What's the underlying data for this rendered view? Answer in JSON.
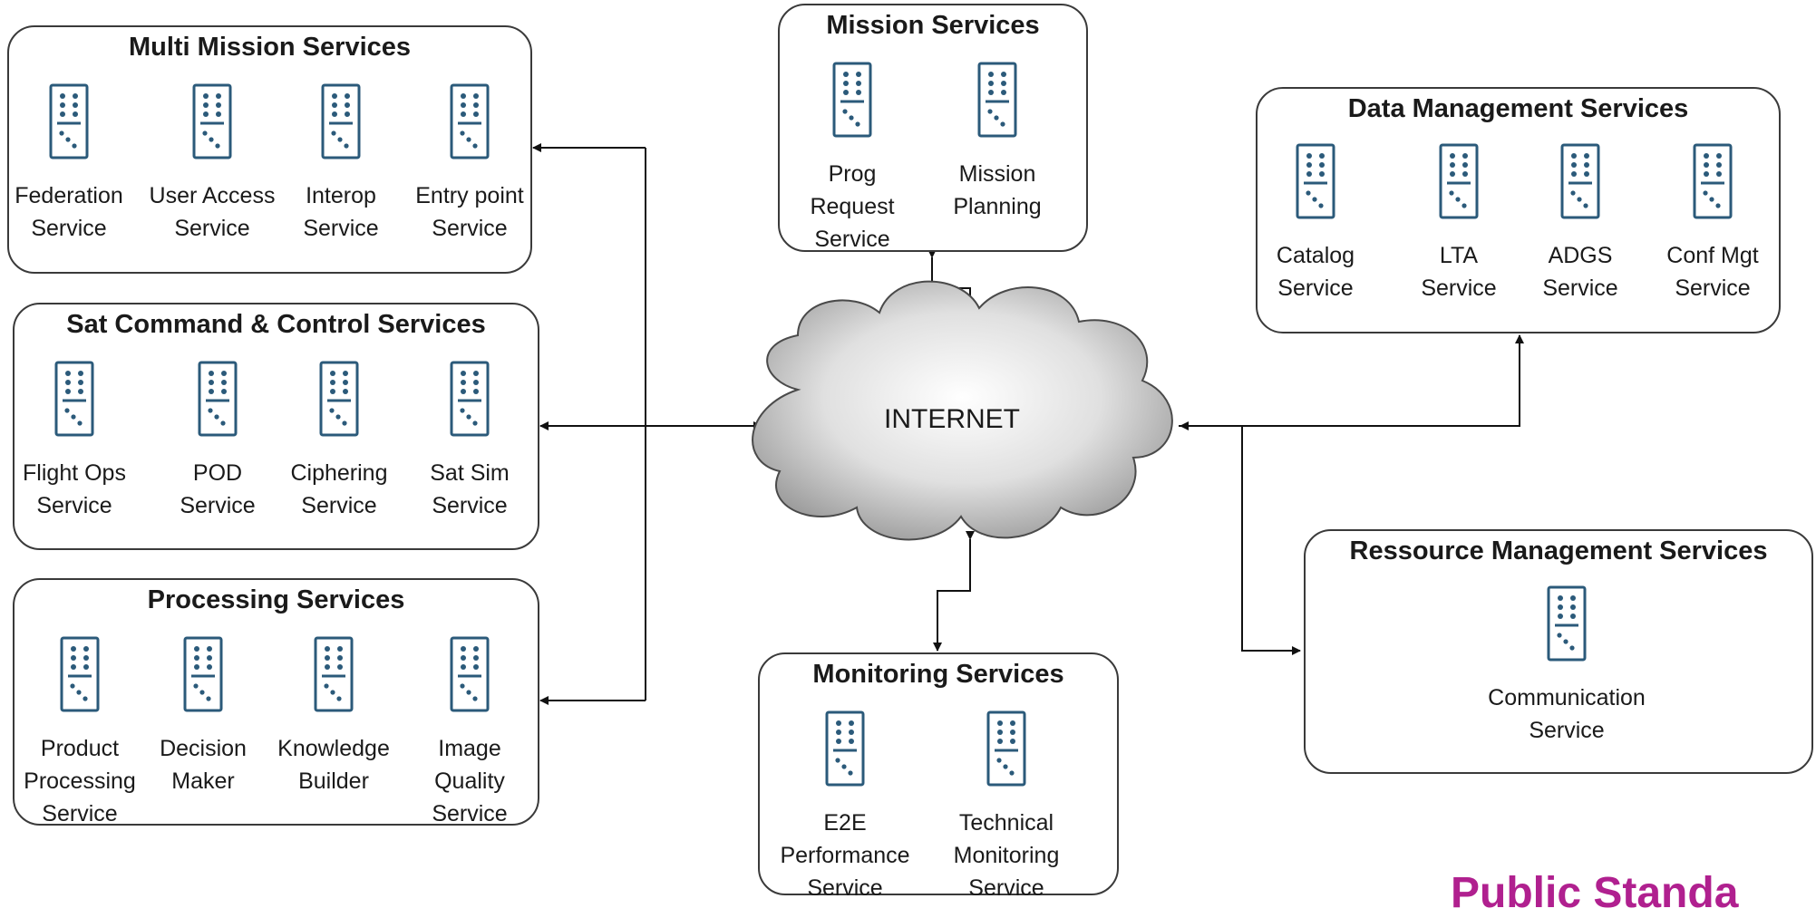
{
  "diagram": {
    "center": {
      "label": "INTERNET"
    },
    "groups": {
      "multi_mission": {
        "title": "Multi Mission Services",
        "services": [
          "Federation\nService",
          "User Access\nService",
          "Interop\nService",
          "Entry point\nService"
        ]
      },
      "sat_command": {
        "title": "Sat Command & Control Services",
        "services": [
          "Flight Ops\nService",
          "POD\nService",
          "Ciphering\nService",
          "Sat Sim\nService"
        ]
      },
      "processing": {
        "title": "Processing Services",
        "services": [
          "Product\nProcessing\nService",
          "Decision\nMaker",
          "Knowledge\nBuilder",
          "Image\nQuality\nService"
        ]
      },
      "mission": {
        "title": "Mission Services",
        "services": [
          "Prog\nRequest\nService",
          "Mission\nPlanning"
        ]
      },
      "monitoring": {
        "title": "Monitoring Services",
        "services": [
          "E2E\nPerformance\nService",
          "Technical\nMonitoring\nService"
        ]
      },
      "data_mgmt": {
        "title": "Data Management Services",
        "services": [
          "Catalog\nService",
          "LTA\nService",
          "ADGS\nService",
          "Conf Mgt\nService"
        ]
      },
      "resource_mgmt": {
        "title": "Ressource Management Services",
        "services": [
          "Communication\nService"
        ]
      }
    },
    "footer": "Public Standa",
    "colors": {
      "icon": "#2b5a7a",
      "border": "#3a3a3a",
      "footer": "#b0208f"
    }
  }
}
